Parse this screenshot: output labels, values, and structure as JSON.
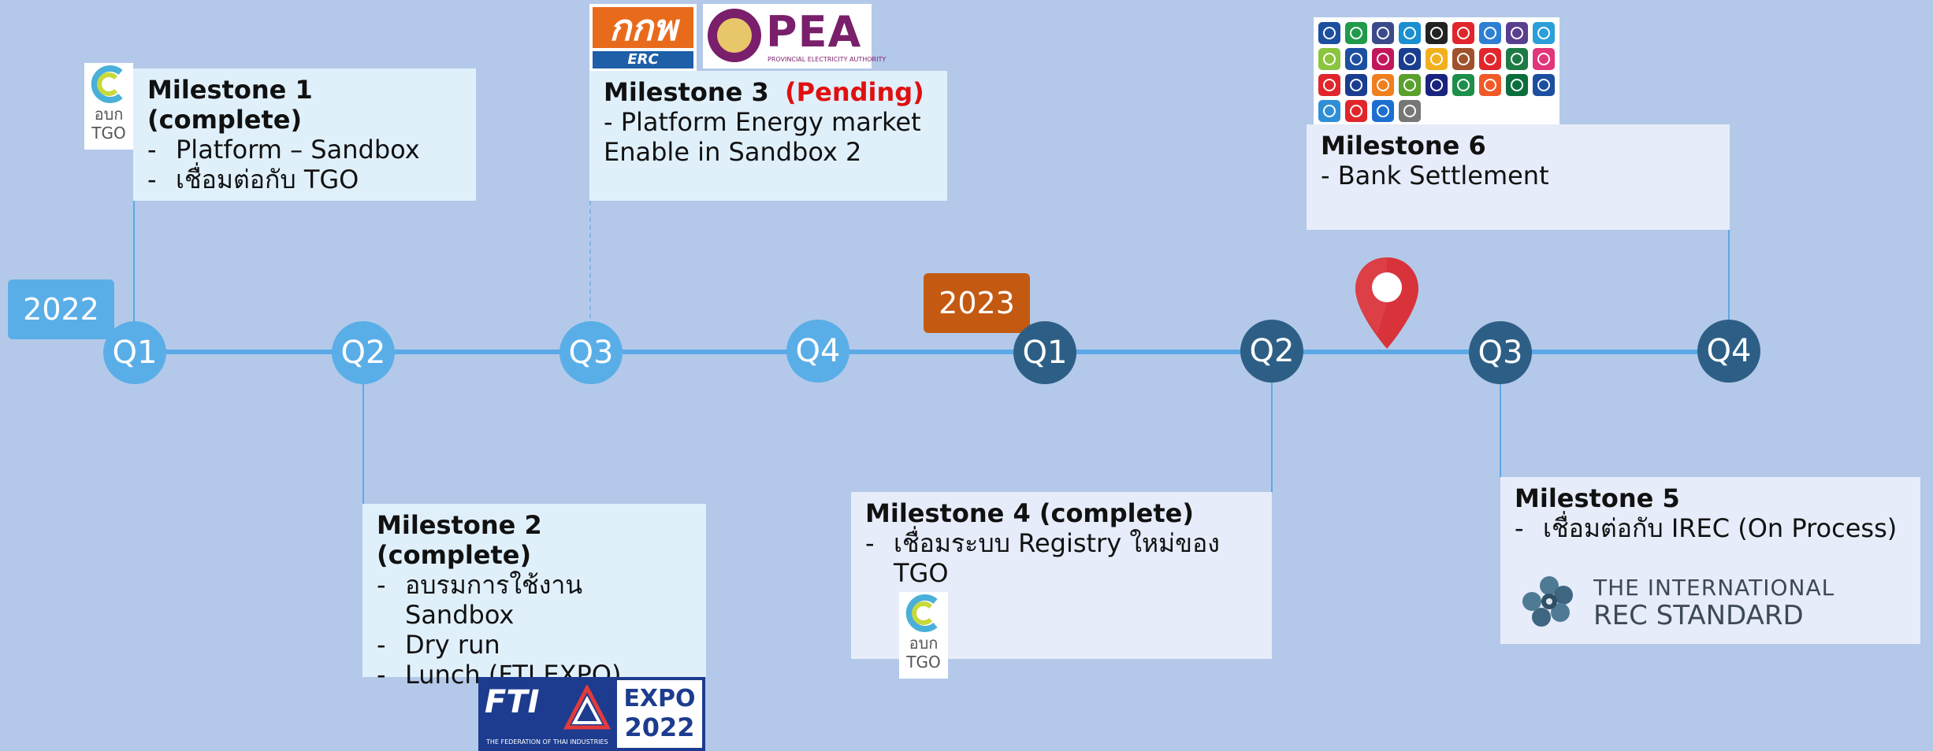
{
  "years": {
    "y2022": "2022",
    "y2023": "2023"
  },
  "quarters_2022": [
    "Q1",
    "Q2",
    "Q3",
    "Q4"
  ],
  "quarters_2023": [
    "Q1",
    "Q2",
    "Q3",
    "Q4"
  ],
  "colors": {
    "background": "#b4c9e9",
    "axis": "#5aa9e6",
    "quarter_2022": "#5aaee8",
    "quarter_2023": "#2d5f86",
    "year_2023": "#c45a12",
    "pending": "#e01010",
    "pin": "#d8333b"
  },
  "milestones": {
    "m1": {
      "title": "Milestone 1 (complete)",
      "items": [
        "Platform – Sandbox",
        "เชื่อมต่อกับ TGO"
      ]
    },
    "m2": {
      "title": "Milestone 2 (complete)",
      "items": [
        "อบรมการใช้งาน Sandbox",
        "Dry run",
        "Lunch (FTI EXPO)"
      ]
    },
    "m3": {
      "title": "Milestone 3",
      "status": "(Pending)",
      "lines": [
        "- Platform Energy market",
        "Enable in Sandbox 2"
      ]
    },
    "m4": {
      "title": "Milestone 4 (complete)",
      "items": [
        "เชื่อมระบบ Registry ใหม่ของ TGO"
      ]
    },
    "m5": {
      "title": "Milestone 5",
      "items": [
        "เชื่อมต่อกับ IREC (On Process)"
      ]
    },
    "m6": {
      "title": "Milestone 6",
      "lines": [
        "- Bank Settlement"
      ]
    }
  },
  "logos": {
    "tgo": {
      "line1": "อบก",
      "line2": "TGO",
      "icon": "tgo-ring-icon"
    },
    "erc": {
      "top": "กกพ",
      "bottom": "ERC"
    },
    "pea": {
      "name": "PEA",
      "sub": "PROVINCIAL ELECTRICITY AUTHORITY"
    },
    "fti": {
      "name": "FTI",
      "sub": "THE FEDERATION OF THAI INDUSTRIES",
      "expo": "EXPO",
      "year": "2022"
    },
    "irec": {
      "line1": "THE INTERNATIONAL",
      "line2": "REC STANDARD"
    },
    "banks": {
      "icon": "bank-logos-grid"
    }
  },
  "marker": {
    "icon": "location-pin-icon"
  }
}
